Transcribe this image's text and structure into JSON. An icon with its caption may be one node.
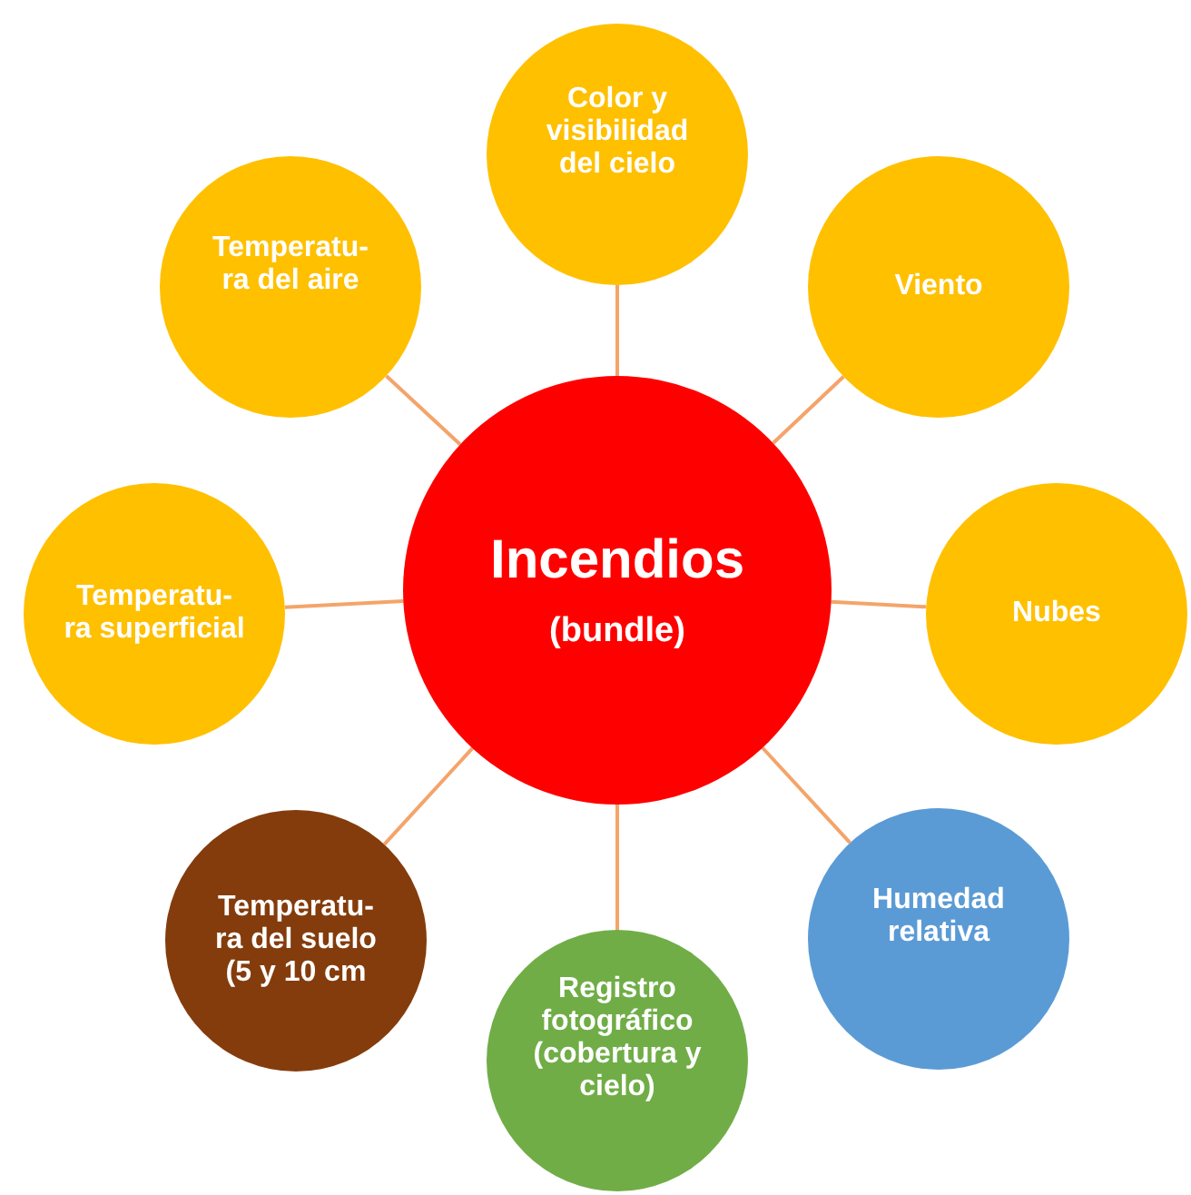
{
  "diagram": {
    "nodes": [
      {
        "text": [
          "Incendios",
          "(bundle)"
        ]
      },
      {
        "text": [
          "Color y visibilidad del cielo"
        ]
      },
      {
        "text": [
          "Viento"
        ]
      },
      {
        "text": [
          "Nubes"
        ]
      },
      {
        "text": [
          "Humedad relativa"
        ]
      },
      {
        "text": [
          "Registro fotográfico (cobertura y cielo)"
        ]
      },
      {
        "text": [
          "Temperatu- ra del suelo (5 y 10 cm"
        ]
      },
      {
        "text": [
          "Temperatu- ra superficial"
        ]
      },
      {
        "text": [
          "Temperatu- ra del aire"
        ]
      }
    ],
    "edges": [
      {
        "from": 0,
        "to": 1,
        "arrow": "none"
      },
      {
        "from": 0,
        "to": 2,
        "arrow": "none"
      },
      {
        "from": 0,
        "to": 3,
        "arrow": "none"
      },
      {
        "from": 0,
        "to": 4,
        "arrow": "none"
      },
      {
        "from": 0,
        "to": 5,
        "arrow": "none"
      },
      {
        "from": 0,
        "to": 6,
        "arrow": "none"
      },
      {
        "from": 0,
        "to": 7,
        "arrow": "none"
      },
      {
        "from": 0,
        "to": 8,
        "arrow": "none"
      }
    ]
  }
}
